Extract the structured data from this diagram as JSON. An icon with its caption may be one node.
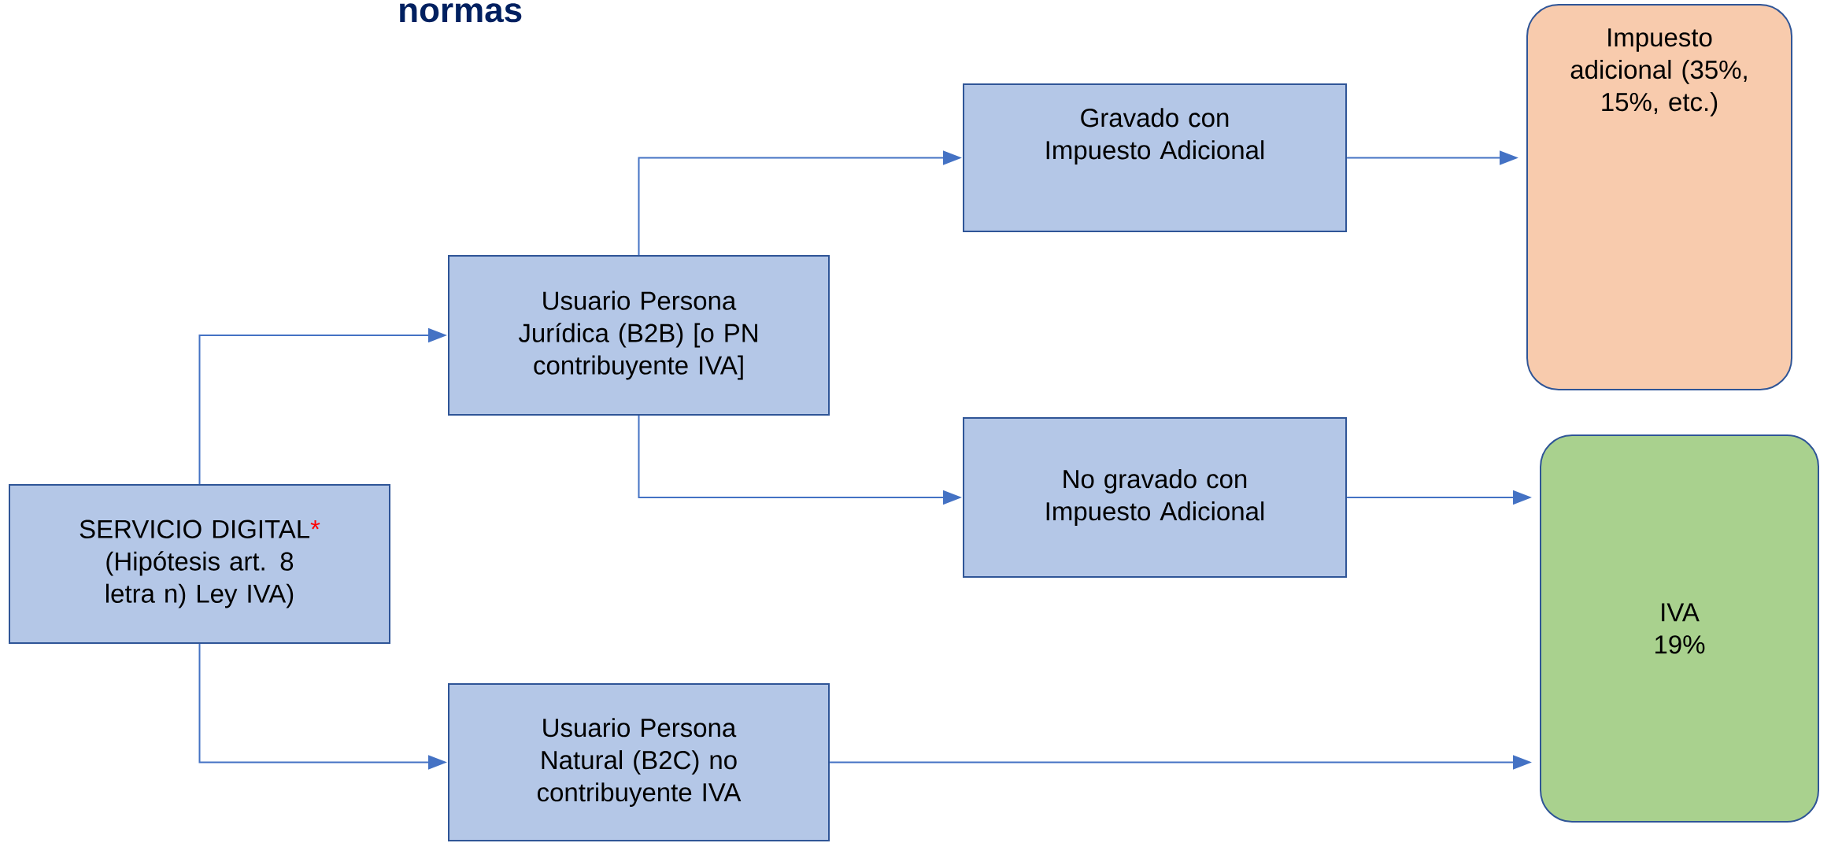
{
  "diagram": {
    "title": "normas",
    "nodes": [
      {
        "text": [
          "SERVICIO DIGITAL",
          "*",
          "(Hipótesis art. 8 letra n) Ley IVA)"
        ]
      },
      {
        "text": [
          "Usuario Persona Jurídica (B2B) [o PN contribuyente IVA]"
        ]
      },
      {
        "text": [
          "Usuario Persona Natural (B2C) no contribuyente IVA"
        ]
      },
      {
        "text": [
          "Gravado con Impuesto Adicional"
        ]
      },
      {
        "text": [
          "No gravado con Impuesto Adicional"
        ]
      },
      {
        "text": [
          "Impuesto adicional (35%, 15%, etc.)"
        ]
      },
      {
        "text": [
          "IVA",
          "19%"
        ]
      }
    ],
    "edges": [
      {
        "from": 0,
        "to": 1,
        "arrow": "to"
      },
      {
        "from": 0,
        "to": 2,
        "arrow": "to"
      },
      {
        "from": 1,
        "to": 3,
        "arrow": "to"
      },
      {
        "from": 1,
        "to": 4,
        "arrow": "to"
      },
      {
        "from": 3,
        "to": 5,
        "arrow": "to"
      },
      {
        "from": 4,
        "to": 6,
        "arrow": "to"
      },
      {
        "from": 2,
        "to": 6,
        "arrow": "to"
      }
    ]
  }
}
